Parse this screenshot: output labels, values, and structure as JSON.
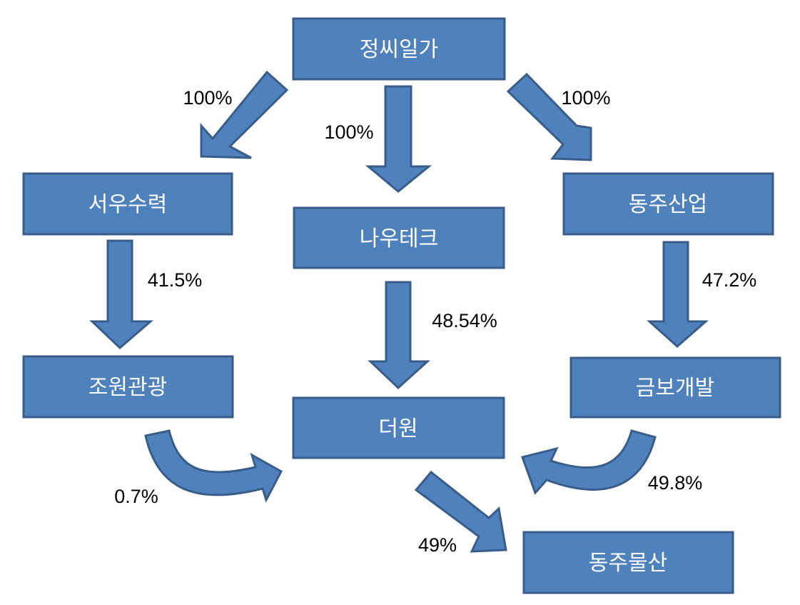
{
  "nodes": {
    "jeongssi": "정씨일가",
    "seowoo": "서우수력",
    "nautech": "나우테크",
    "dongju_industry": "동주산업",
    "jowon": "조원관광",
    "theone": "더원",
    "geumbo": "금보개발",
    "dongju_trading": "동주물산"
  },
  "edges": {
    "jeongssi_to_seowoo": "100%",
    "jeongssi_to_nautech": "100%",
    "jeongssi_to_dongju_industry": "100%",
    "seowoo_to_jowon": "41.5%",
    "nautech_to_theone": "48.54%",
    "dongju_industry_to_geumbo": "47.2%",
    "jowon_to_theone": "0.7%",
    "geumbo_to_theone": "49.8%",
    "theone_to_dongju_trading": "49%"
  }
}
